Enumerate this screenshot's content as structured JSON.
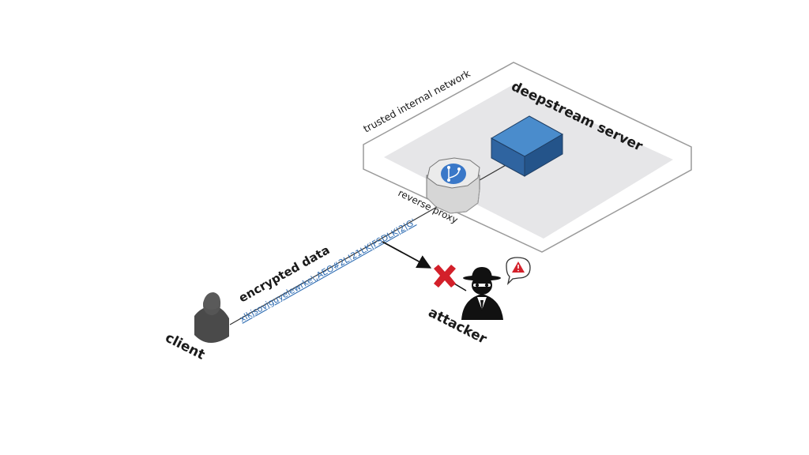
{
  "labels": {
    "trusted_network": "trusted internal network",
    "server": "deepstream server",
    "proxy": "reverse proxy",
    "encrypted": "encrypted data",
    "cipher": "xlkjsovjguyelewrke\\;AEO#2L!21LK|FSDLK|2|G'",
    "client": "client",
    "attacker": "attacker"
  },
  "colors": {
    "server_blue": "#3a78b8",
    "link_blue": "#2f6db3",
    "blocked_red": "#d3202a",
    "zone_gray": "#e6e6e8"
  },
  "icons": {
    "client": "person-icon",
    "attacker": "spy-icon",
    "alert": "warning-icon",
    "blocked": "x-mark-icon",
    "proxy": "git-branch-icon"
  }
}
